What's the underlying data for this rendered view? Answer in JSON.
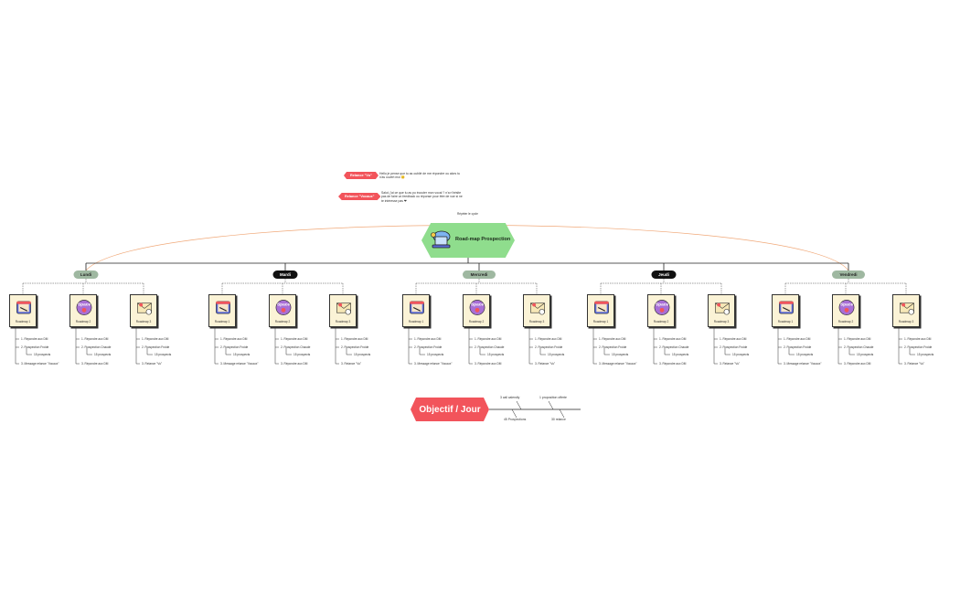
{
  "colors": {
    "hub": "#8fdd8d",
    "accent_red": "#f2545b",
    "day_green": "#9fb8a1",
    "day_black": "#111111",
    "card_bg": "#fbf3d6",
    "arc": "#f0a878"
  },
  "hub": {
    "label": "Road-map Prospection",
    "icon": "laptop-cloud-icon"
  },
  "notes": [
    {
      "tag": "Relance \"Vu\"",
      "text": "Hello je pense que tu as oublié de me répondre ou alors tu n'as ouvert moi 😊"
    },
    {
      "tag": "Relance \"Vocaux\"",
      "text": "Salut, j'ai ce que tu as pu écouter mon vocal ? n'a n'hésite pas de faire un feedback ou réponse pour être de vue si ne te intéresse pas ❤"
    }
  ],
  "arc_label": "Répéter le cycle",
  "days": [
    {
      "label": "Lundi",
      "style": "green",
      "roadmaps": [
        {
          "label": "Roadmap 1",
          "icon": "calendar-icon",
          "lines": [
            "1. Répondre aux DM",
            "2. Prospection Froide",
            "15 prospects",
            "3. Message relance \"Vocaux\""
          ]
        },
        {
          "label": "Roadmap 2",
          "icon": "space-rocket-icon",
          "lines": [
            "1. Répondre aux DM",
            "2. Prospection Chaude",
            "15 prospects",
            "3. Répondre aux DM"
          ]
        },
        {
          "label": "Roadmap 3",
          "icon": "envelope-icon",
          "lines": [
            "1. Répondre aux DM",
            "2. Prospection Froide",
            "15 prospects",
            "3. Relance \"Vu\""
          ]
        }
      ]
    },
    {
      "label": "Mardi",
      "style": "black",
      "roadmaps": [
        {
          "label": "Roadmap 1",
          "icon": "calendar-icon",
          "lines": [
            "1. Répondre aux DM",
            "2. Prospection Froide",
            "15 prospects",
            "3. Message relance \"Vocaux\""
          ]
        },
        {
          "label": "Roadmap 2",
          "icon": "space-rocket-icon",
          "lines": [
            "1. Répondre aux DM",
            "2. Prospection Chaude",
            "15 prospects",
            "3. Répondre aux DM"
          ]
        },
        {
          "label": "Roadmap 3",
          "icon": "envelope-icon",
          "lines": [
            "1. Répondre aux DM",
            "2. Prospection Froide",
            "15 prospects",
            "3. Relance \"Vu\""
          ]
        }
      ]
    },
    {
      "label": "Mercredi",
      "style": "green",
      "roadmaps": [
        {
          "label": "Roadmap 1",
          "icon": "calendar-icon",
          "lines": [
            "1. Répondre aux DM",
            "2. Prospection Froide",
            "15 prospects",
            "3. Message relance \"Vocaux\""
          ]
        },
        {
          "label": "Roadmap 2",
          "icon": "space-rocket-icon",
          "lines": [
            "1. Répondre aux DM",
            "2. Prospection Chaude",
            "15 prospects",
            "3. Répondre aux DM"
          ]
        },
        {
          "label": "Roadmap 3",
          "icon": "envelope-icon",
          "lines": [
            "1. Répondre aux DM",
            "2. Prospection Froide",
            "15 prospects",
            "3. Relance \"Vu\""
          ]
        }
      ]
    },
    {
      "label": "Jeudi",
      "style": "black",
      "roadmaps": [
        {
          "label": "Roadmap 1",
          "icon": "calendar-icon",
          "lines": [
            "1. Répondre aux DM",
            "2. Prospection Froide",
            "15 prospects",
            "3. Message relance \"Vocaux\""
          ]
        },
        {
          "label": "Roadmap 2",
          "icon": "space-rocket-icon",
          "lines": [
            "1. Répondre aux DM",
            "2. Prospection Chaude",
            "15 prospects",
            "3. Répondre aux DM"
          ]
        },
        {
          "label": "Roadmap 3",
          "icon": "envelope-icon",
          "lines": [
            "1. Répondre aux DM",
            "2. Prospection Froide",
            "15 prospects",
            "3. Relance \"Vu\""
          ]
        }
      ]
    },
    {
      "label": "Vendredi",
      "style": "green",
      "roadmaps": [
        {
          "label": "Roadmap 1",
          "icon": "calendar-icon",
          "lines": [
            "1. Répondre aux DM",
            "2. Prospection Froide",
            "15 prospects",
            "3. Message relance \"Vocaux\""
          ]
        },
        {
          "label": "Roadmap 2",
          "icon": "space-rocket-icon",
          "lines": [
            "1. Répondre aux DM",
            "2. Prospection Chaude",
            "15 prospects",
            "3. Répondre aux DM"
          ]
        },
        {
          "label": "Roadmap 3",
          "icon": "envelope-icon",
          "lines": [
            "1. Répondre aux DM",
            "2. Prospection Froide",
            "15 prospects",
            "3. Relance \"Vu\""
          ]
        }
      ]
    }
  ],
  "objective": {
    "label": "Objectif / Jour",
    "items": [
      "3 call calendly",
      "1 proposition offerte",
      "45 Prospections",
      "30 relance"
    ]
  }
}
